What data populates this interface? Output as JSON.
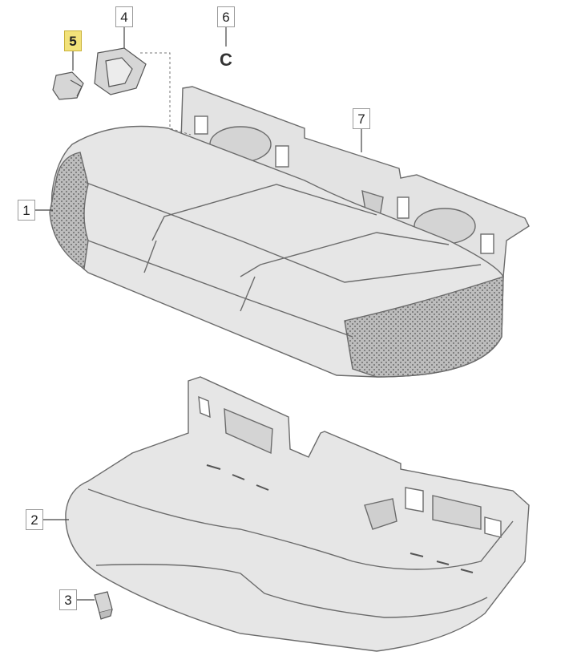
{
  "callouts": {
    "c1": "1",
    "c2": "2",
    "c3": "3",
    "c4": "4",
    "c5": "5",
    "c6": "6",
    "c7": "7"
  },
  "clip_symbol": "C",
  "colors": {
    "highlight": "#f2e27a",
    "part_fill": "#e6e6e6",
    "part_shadow": "#cfcfcf",
    "outline": "#6b6b6b"
  }
}
